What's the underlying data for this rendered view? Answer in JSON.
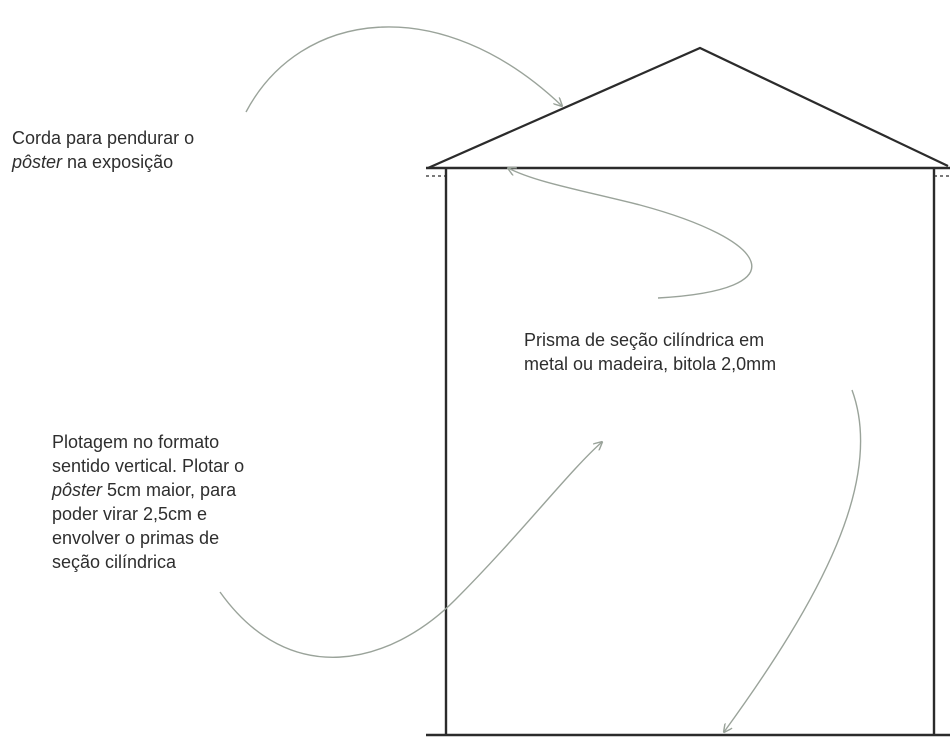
{
  "annotations": {
    "rope": {
      "lines": [
        [
          "Corda para pendurar o"
        ],
        [
          "pôster|i",
          " na exposição"
        ]
      ]
    },
    "prism": {
      "lines": [
        [
          "Prisma de seção cilíndrica em"
        ],
        [
          "metal ou madeira, bitola 2,0mm"
        ]
      ]
    },
    "plot": {
      "lines": [
        [
          "Plotagem no formato"
        ],
        [
          "sentido vertical. Plotar o"
        ],
        [
          "pôster|i",
          " 5cm maior, para"
        ],
        [
          "poder virar 2,5cm e"
        ],
        [
          "envolver o primas de"
        ],
        [
          "seção cilíndrica"
        ]
      ]
    }
  },
  "colors": {
    "outline": "#2b2b2b",
    "arrow": "#9aa39a",
    "text": "#2e2e2e"
  }
}
